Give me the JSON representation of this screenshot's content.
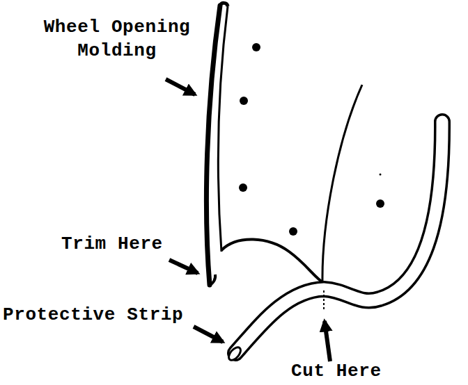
{
  "diagram": {
    "labels": [
      "Wheel Opening Molding",
      "Trim Here",
      "Protective Strip",
      "Cut Here"
    ]
  }
}
